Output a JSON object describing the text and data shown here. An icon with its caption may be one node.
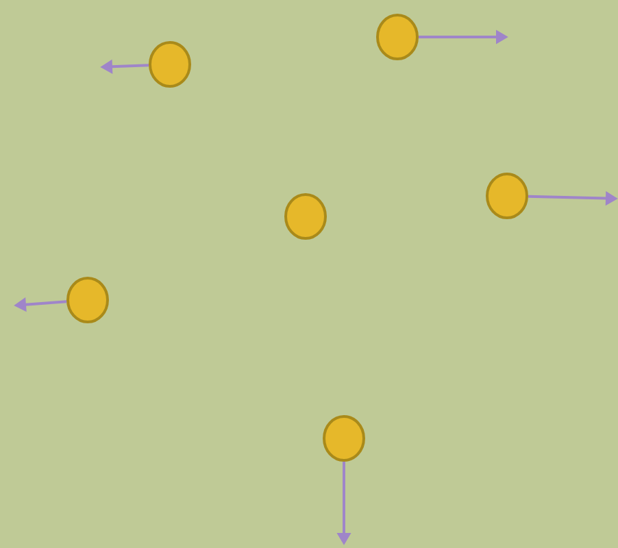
{
  "diagram": {
    "nodes": [
      {
        "text": [],
        "shape": "circle"
      },
      {
        "text": [],
        "shape": "circle"
      },
      {
        "text": [],
        "shape": "circle"
      },
      {
        "text": [],
        "shape": "circle"
      },
      {
        "text": [],
        "shape": "circle"
      },
      {
        "text": [],
        "shape": "circle"
      }
    ],
    "edges": [
      {
        "from": 0,
        "to": null,
        "arrow": "to"
      },
      {
        "from": 1,
        "to": null,
        "arrow": "to"
      },
      {
        "from": 2,
        "to": null,
        "arrow": "to"
      },
      {
        "from": 4,
        "to": null,
        "arrow": "to"
      },
      {
        "from": 5,
        "to": null,
        "arrow": "to"
      }
    ]
  }
}
